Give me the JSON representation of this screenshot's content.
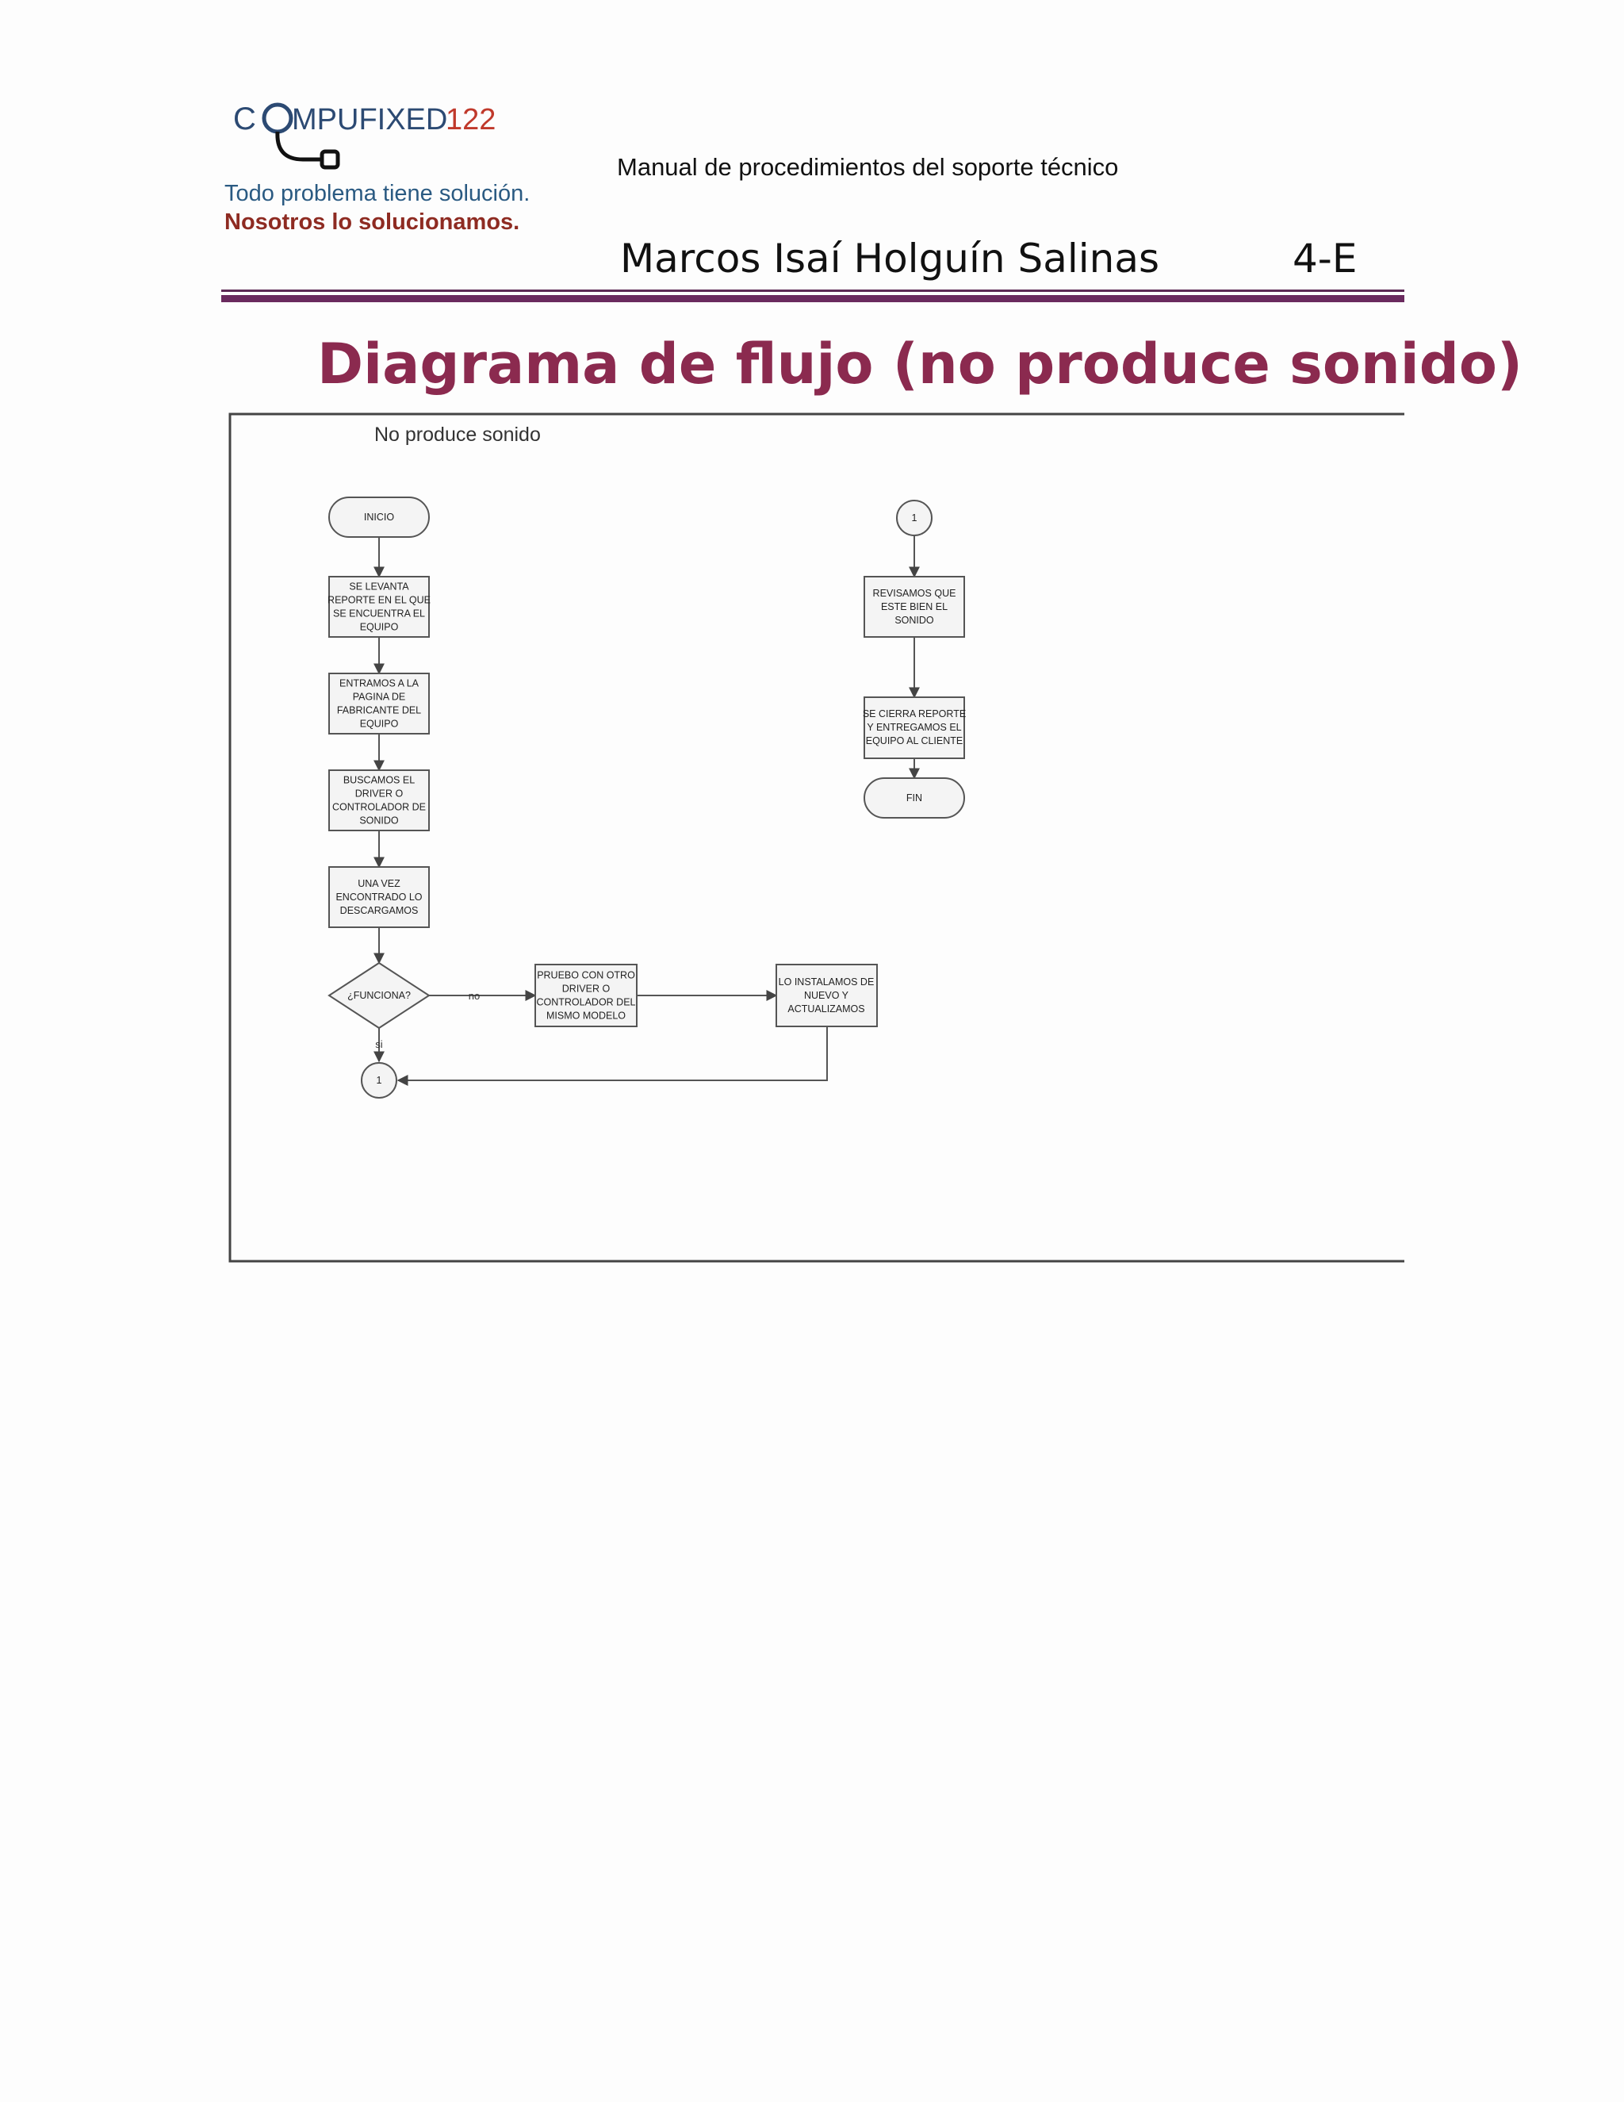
{
  "header": {
    "logo": {
      "text_prefix": "C",
      "text_main": "MPUFIXED",
      "text_number": "122",
      "colors": {
        "text": "#2c4a73",
        "number": "#c0392b",
        "icon": "#1a1a1a"
      }
    },
    "tagline_line1": "Todo problema tiene solución.",
    "tagline_line2": "Nosotros lo solucionamos.",
    "manual_title": "Manual de procedimientos del soporte técnico",
    "author": "Marcos Isaí Holguín Salinas",
    "group": "4-E"
  },
  "page_title": "Diagrama de flujo (no produce sonido)",
  "diagram": {
    "heading": "No produce sonido",
    "nodes": {
      "start": [
        "INICIO"
      ],
      "report": [
        "SE LEVANTA",
        "REPORTE EN EL QUE",
        "SE ENCUENTRA EL",
        "EQUIPO"
      ],
      "manufacturer": [
        "ENTRAMOS A LA",
        "PAGINA DE",
        "FABRICANTE DEL",
        "EQUIPO"
      ],
      "search_driver": [
        "BUSCAMOS EL",
        "DRIVER O",
        "CONTROLADOR DE",
        "SONIDO"
      ],
      "download": [
        "UNA VEZ",
        "ENCONTRADO LO",
        "DESCARGAMOS"
      ],
      "decision": [
        "¿FUNCIONA?"
      ],
      "other_driver": [
        "PRUEBO CON OTRO",
        "DRIVER O",
        "CONTROLADOR DEL",
        "MISMO MODELO"
      ],
      "install": [
        "LO INSTALAMOS DE",
        "NUEVO Y",
        "ACTUALIZAMOS"
      ],
      "connector_left": [
        "1"
      ],
      "connector_right": [
        "1"
      ],
      "check_sound": [
        "REVISAMOS QUE",
        "ESTE BIEN EL",
        "SONIDO"
      ],
      "close_report": [
        "SE CIERRA REPORTE",
        "Y ENTREGAMOS EL",
        "EQUIPO AL CLIENTE"
      ],
      "end": [
        "FIN"
      ]
    },
    "edge_labels": {
      "no": "no",
      "si": "si"
    },
    "colors": {
      "stroke": "#555555",
      "fill": "#f4f4f4",
      "frame": "#444444"
    }
  }
}
